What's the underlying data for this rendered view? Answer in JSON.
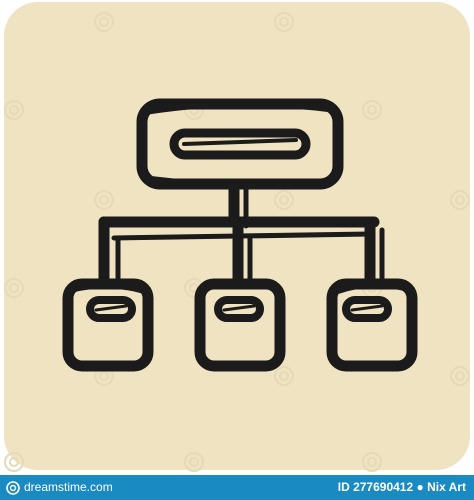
{
  "icon": {
    "name": "hierarchy-icon",
    "background_color": "#efe3c2",
    "stroke_color": "#1c1b1b"
  },
  "footer": {
    "site": "dreamstime.com",
    "id_text": "ID 277690412",
    "author_text": "Nix Art",
    "color": "#1a8ac2"
  }
}
